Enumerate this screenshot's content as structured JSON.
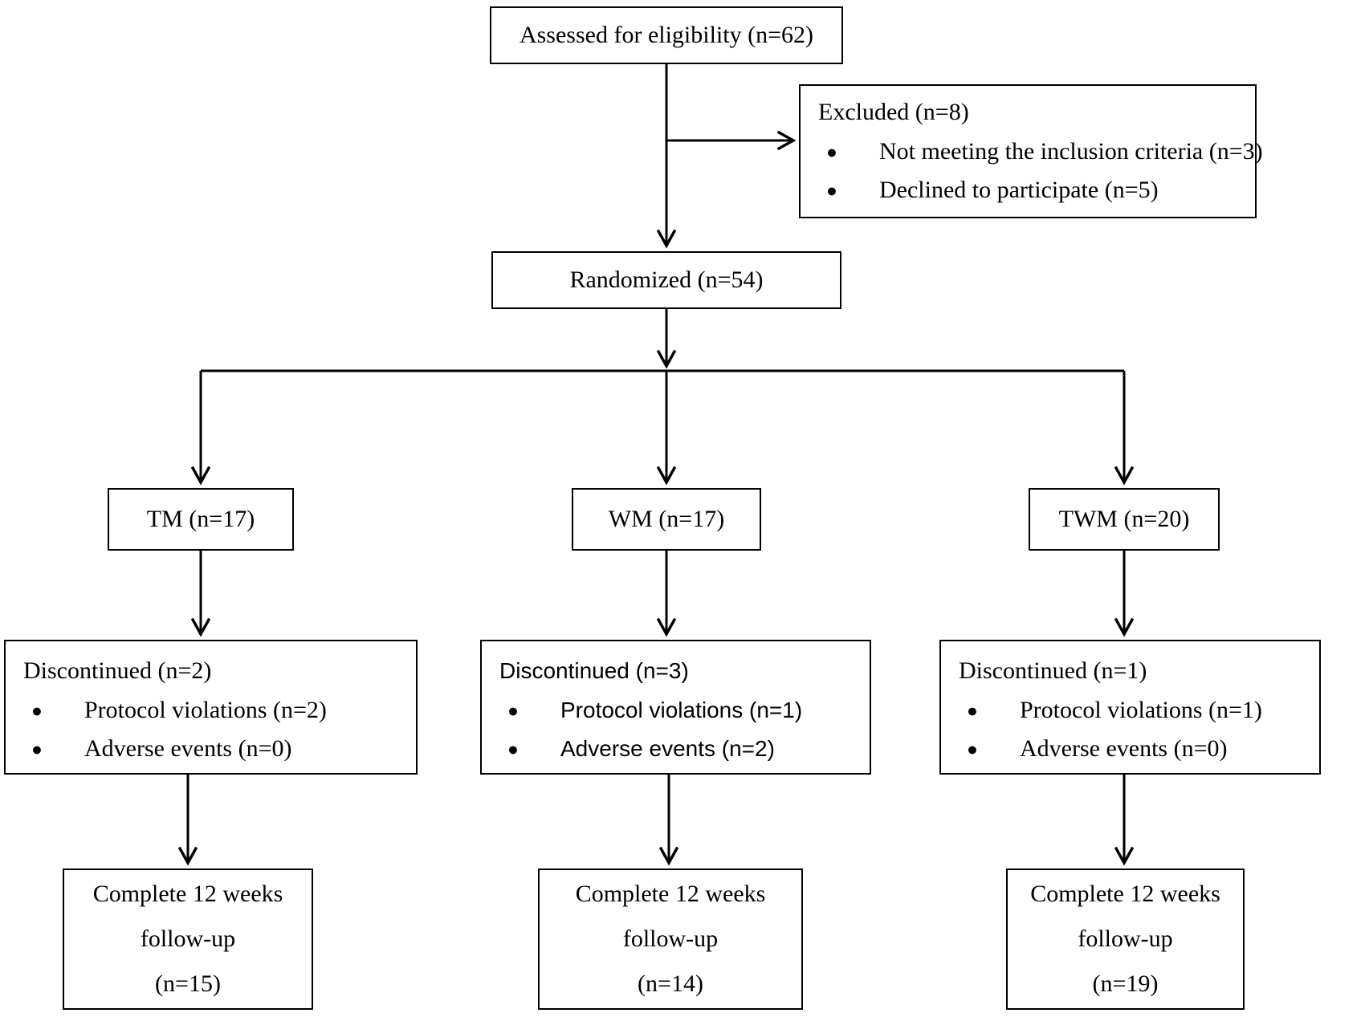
{
  "colors": {
    "background": "#ffffff",
    "line": "#000000",
    "text": "#000000",
    "box_border": "#000000",
    "box_background": "#ffffff"
  },
  "icons": {
    "bullet": "●"
  },
  "flow": {
    "assessed": {
      "label": "Assessed for eligibility (n=62)"
    },
    "excluded": {
      "title": "Excluded (n=8)",
      "items": [
        "Not meeting the inclusion criteria (n=3)",
        "Declined to participate (n=5)"
      ]
    },
    "randomized": {
      "label": "Randomized (n=54)"
    },
    "groups": [
      {
        "label": "TM (n=17)",
        "discontinued": {
          "title": "Discontinued (n=2)",
          "items": [
            "Protocol violations (n=2)",
            "Adverse events (n=0)"
          ]
        },
        "complete": {
          "line1": "Complete 12 weeks",
          "line2": "follow-up",
          "line3": "(n=15)"
        }
      },
      {
        "label": "WM (n=17)",
        "discontinued": {
          "title": "Discontinued (n=3)",
          "items": [
            "Protocol violations (n=1)",
            "Adverse events (n=2)"
          ]
        },
        "complete": {
          "line1": "Complete 12 weeks",
          "line2": "follow-up",
          "line3": "(n=14)"
        }
      },
      {
        "label": "TWM (n=20)",
        "discontinued": {
          "title": "Discontinued (n=1)",
          "items": [
            "Protocol violations (n=1)",
            "Adverse events (n=0)"
          ]
        },
        "complete": {
          "line1": "Complete 12 weeks",
          "line2": "follow-up",
          "line3": "(n=19)"
        }
      }
    ]
  }
}
